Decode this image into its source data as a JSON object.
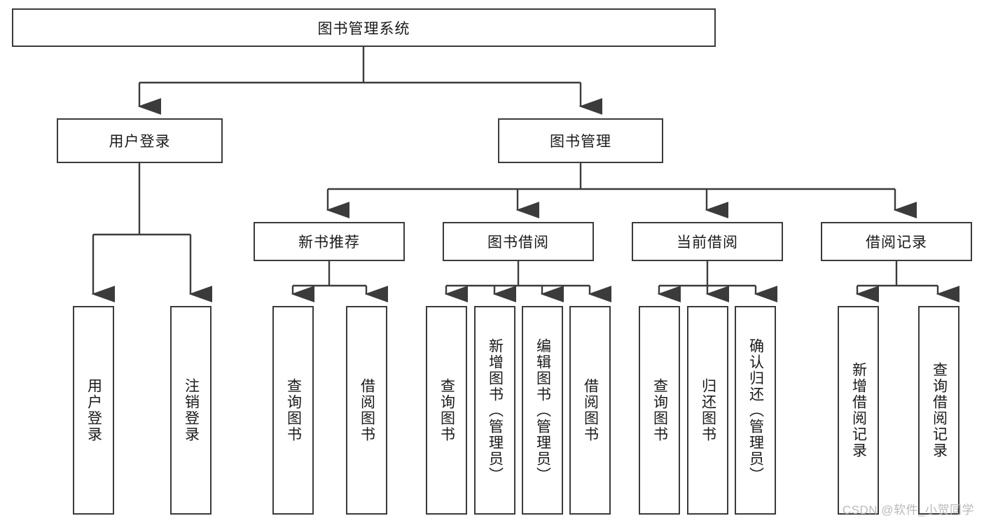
{
  "diagram": {
    "title_text": "图书管理系统",
    "type": "tree-hierarchy-diagram",
    "colors": {
      "box_border": "#3b3b3b",
      "box_fill": "#ffffff",
      "connector": "#3b3b3b",
      "text": "#1a1a1a",
      "watermark": "#b9b9b9",
      "background": "#ffffff"
    },
    "root": {
      "label": "图书管理系统"
    },
    "level1": [
      {
        "label": "用户登录"
      },
      {
        "label": "图书管理"
      }
    ],
    "level2": [
      {
        "label": "新书推荐"
      },
      {
        "label": "图书借阅"
      },
      {
        "label": "当前借阅"
      },
      {
        "label": "借阅记录"
      }
    ],
    "leaves": {
      "user_login": [
        {
          "label": "用户登录"
        },
        {
          "label": "注销登录"
        }
      ],
      "new_book_recommend": [
        {
          "label": "查询图书"
        },
        {
          "label": "借阅图书"
        }
      ],
      "book_borrow": [
        {
          "label": "查询图书"
        },
        {
          "label": "新增图书（管理员）"
        },
        {
          "label": "编辑图书（管理员）"
        },
        {
          "label": "借阅图书"
        }
      ],
      "current_borrow": [
        {
          "label": "查询图书"
        },
        {
          "label": "归还图书"
        },
        {
          "label": "确认归还（管理员）"
        }
      ],
      "borrow_record": [
        {
          "label": "新增借阅记录"
        },
        {
          "label": "查询借阅记录"
        }
      ]
    }
  },
  "watermark": {
    "text": "CSDN @软件_小贺同学"
  }
}
